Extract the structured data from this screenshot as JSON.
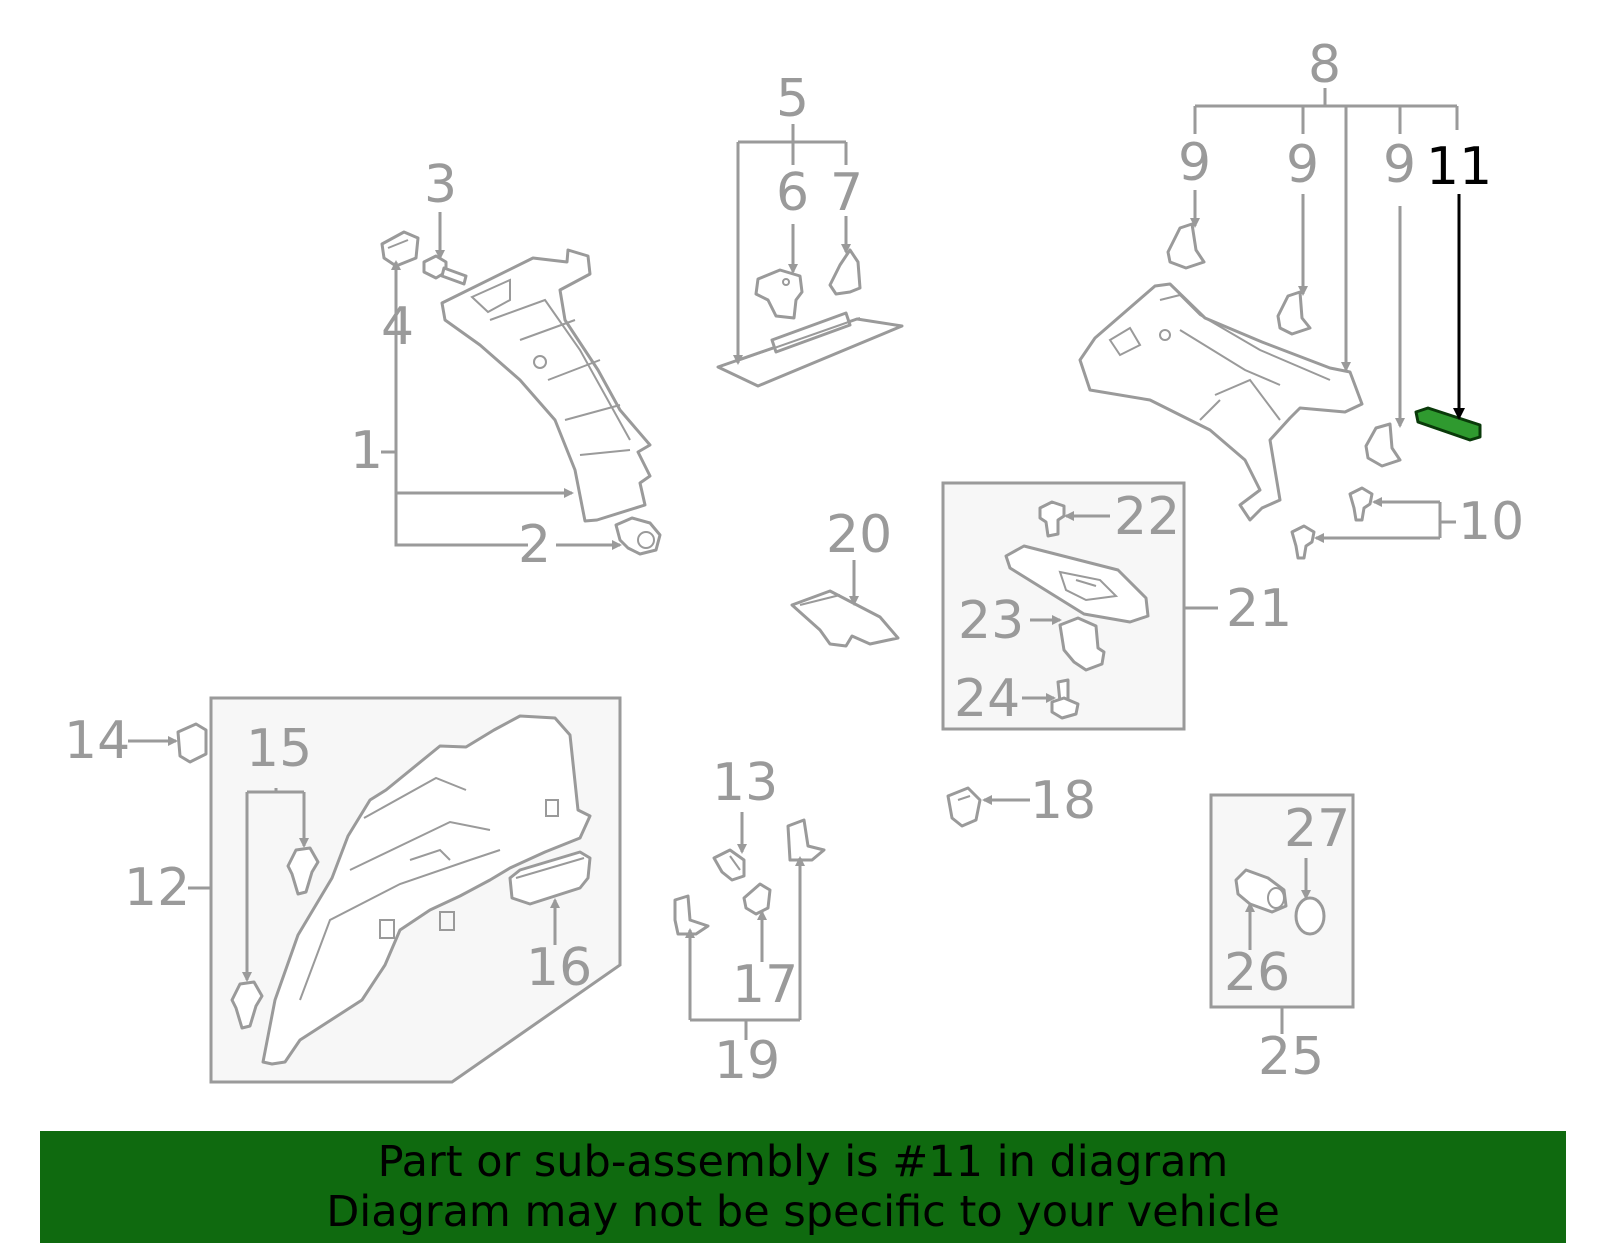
{
  "highlighted_part": "11",
  "colors": {
    "highlight": "#0f6a0f",
    "line": "#9a9a9a",
    "highlight_label": "#000000"
  },
  "callouts": {
    "c1": "1",
    "c2": "2",
    "c3": "3",
    "c4": "4",
    "c5": "5",
    "c6": "6",
    "c7": "7",
    "c8": "8",
    "c9a": "9",
    "c9b": "9",
    "c9c": "9",
    "c10": "10",
    "c11": "11",
    "c12": "12",
    "c13": "13",
    "c14": "14",
    "c15": "15",
    "c16": "16",
    "c17": "17",
    "c18": "18",
    "c19": "19",
    "c20": "20",
    "c21": "21",
    "c22": "22",
    "c23": "23",
    "c24": "24",
    "c25": "25",
    "c26": "26",
    "c27": "27"
  },
  "banner": {
    "line1": "Part or sub-assembly is #11 in diagram",
    "line2": "Diagram may not be specific to your vehicle"
  }
}
